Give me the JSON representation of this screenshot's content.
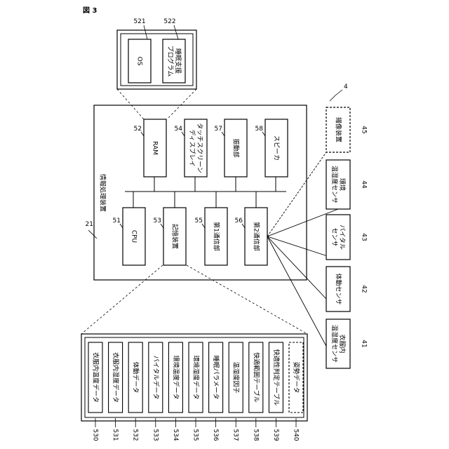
{
  "figure_label": "図 3",
  "os_block": {
    "ref": "521",
    "label": "OS"
  },
  "sleep_program": {
    "ref": "522",
    "label": "睡眠支援\nプログラム"
  },
  "info_device": {
    "ref": "21",
    "label": "情報処理装置"
  },
  "upper_blocks": [
    {
      "ref": "52",
      "label": "RAM"
    },
    {
      "ref": "54",
      "label": "タッチスクリーン\nディスプレイ"
    },
    {
      "ref": "57",
      "label": "振動部"
    },
    {
      "ref": "58",
      "label": "スピーカ"
    }
  ],
  "lower_blocks": [
    {
      "ref": "51",
      "label": "CPU"
    },
    {
      "ref": "53",
      "label": "記憶装置"
    },
    {
      "ref": "55",
      "label": "第1通信部"
    },
    {
      "ref": "56",
      "label": "第2通信部"
    }
  ],
  "system_ref": "4",
  "sensors": [
    {
      "ref": "45",
      "label": "撮像装置",
      "dashed": true
    },
    {
      "ref": "44",
      "label": "環境\n温湿度センサ",
      "dashed": false
    },
    {
      "ref": "43",
      "label": "バイタル\nセンサ",
      "dashed": false
    },
    {
      "ref": "42",
      "label": "体動センサ",
      "dashed": false
    },
    {
      "ref": "41",
      "label": "衣服内\n温湿度センサ",
      "dashed": false
    }
  ],
  "storage_items": [
    {
      "ref": "530",
      "label": "衣服内温度データ",
      "dashed": false
    },
    {
      "ref": "531",
      "label": "衣服内湿度データ",
      "dashed": false
    },
    {
      "ref": "532",
      "label": "体動データ",
      "dashed": false
    },
    {
      "ref": "533",
      "label": "バイタルデータ",
      "dashed": false
    },
    {
      "ref": "534",
      "label": "環境温度データ",
      "dashed": false
    },
    {
      "ref": "535",
      "label": "環境湿度データ",
      "dashed": false
    },
    {
      "ref": "536",
      "label": "睡眠パラメータ",
      "dashed": false
    },
    {
      "ref": "537",
      "label": "温湿度因子",
      "dashed": false
    },
    {
      "ref": "538",
      "label": "快適範囲テーブル",
      "dashed": false
    },
    {
      "ref": "539",
      "label": "快適性判定テーブル",
      "dashed": false
    },
    {
      "ref": "540",
      "label": "姿勢データ",
      "dashed": true
    }
  ]
}
